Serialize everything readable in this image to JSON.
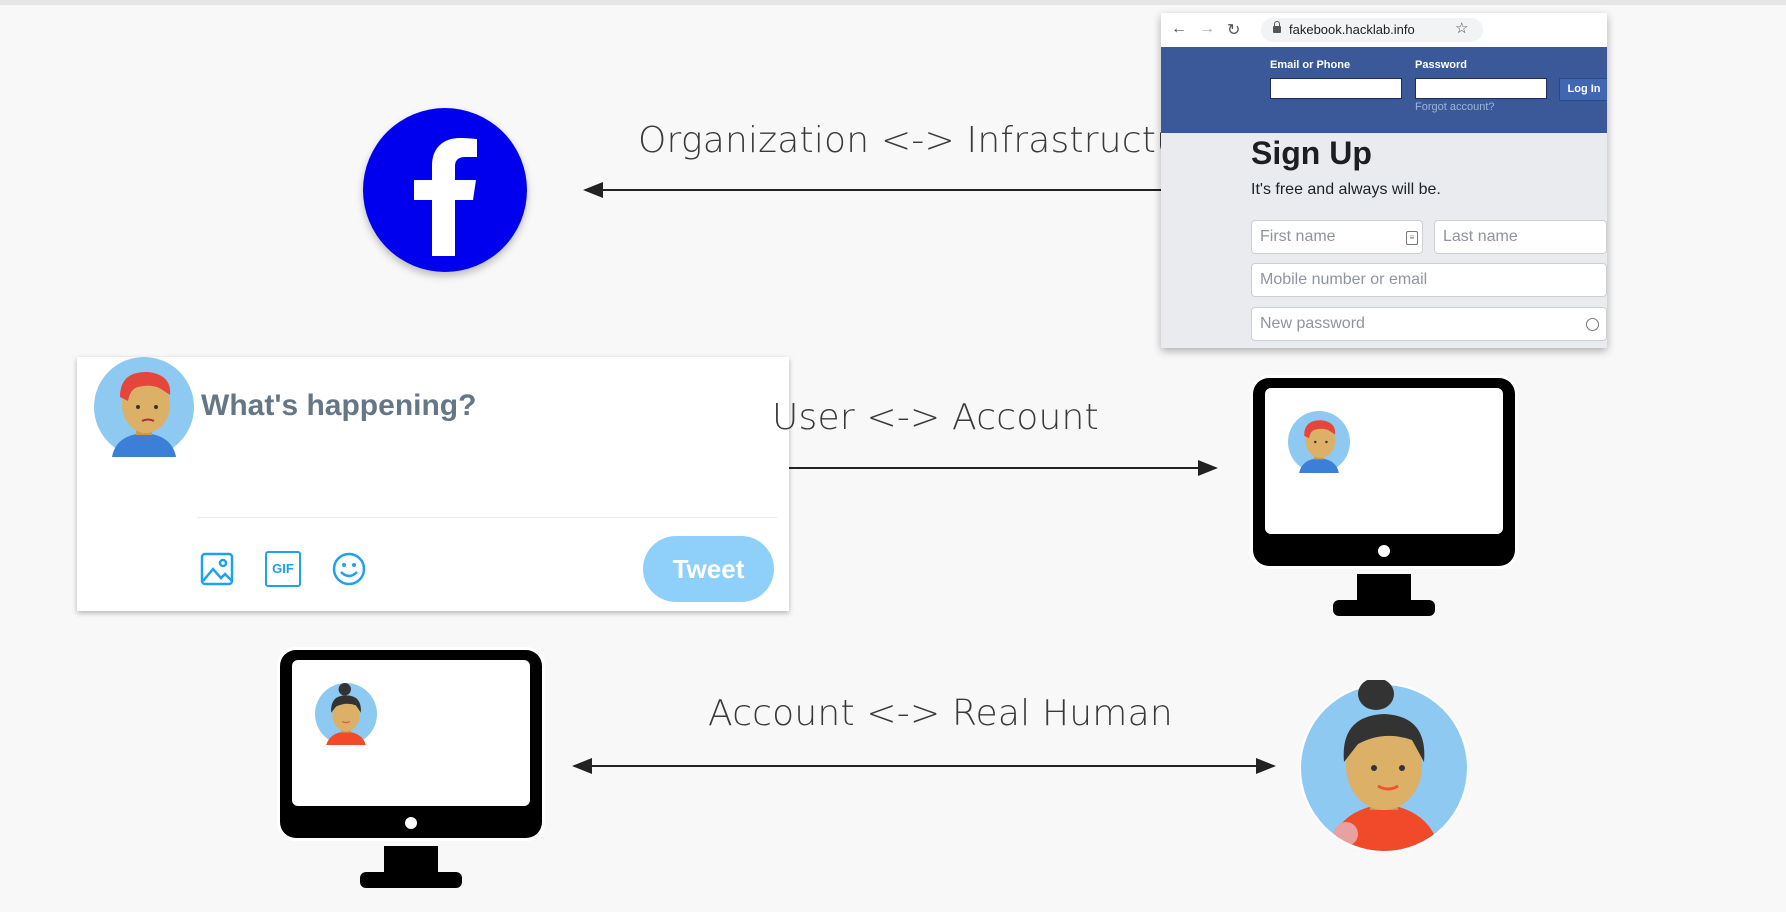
{
  "relations": {
    "org_infra": "Organization <-> Infrastructure",
    "user_account": "User <-> Account",
    "account_human": "Account <-> Real Human"
  },
  "facebook_logo": {
    "letter": "f",
    "color": "#0000ee"
  },
  "browser": {
    "url": "fakebook.hacklab.info",
    "header": {
      "email_label": "Email or Phone",
      "password_label": "Password",
      "login_button": "Log In",
      "forgot_link": "Forgot account?"
    },
    "signup": {
      "title": "Sign Up",
      "subtitle": "It's free and always will be.",
      "first_name_placeholder": "First name",
      "last_name_placeholder": "Last name",
      "mobile_placeholder": "Mobile number or email",
      "password_placeholder": "New password"
    },
    "colors": {
      "header": "#3b5998"
    }
  },
  "tweet_composer": {
    "placeholder": "What's happening?",
    "tweet_button": "Tweet",
    "gif_label": "GIF",
    "icons": [
      "image-icon",
      "gif-icon",
      "emoji-icon"
    ],
    "accent": "#1da1f2"
  }
}
